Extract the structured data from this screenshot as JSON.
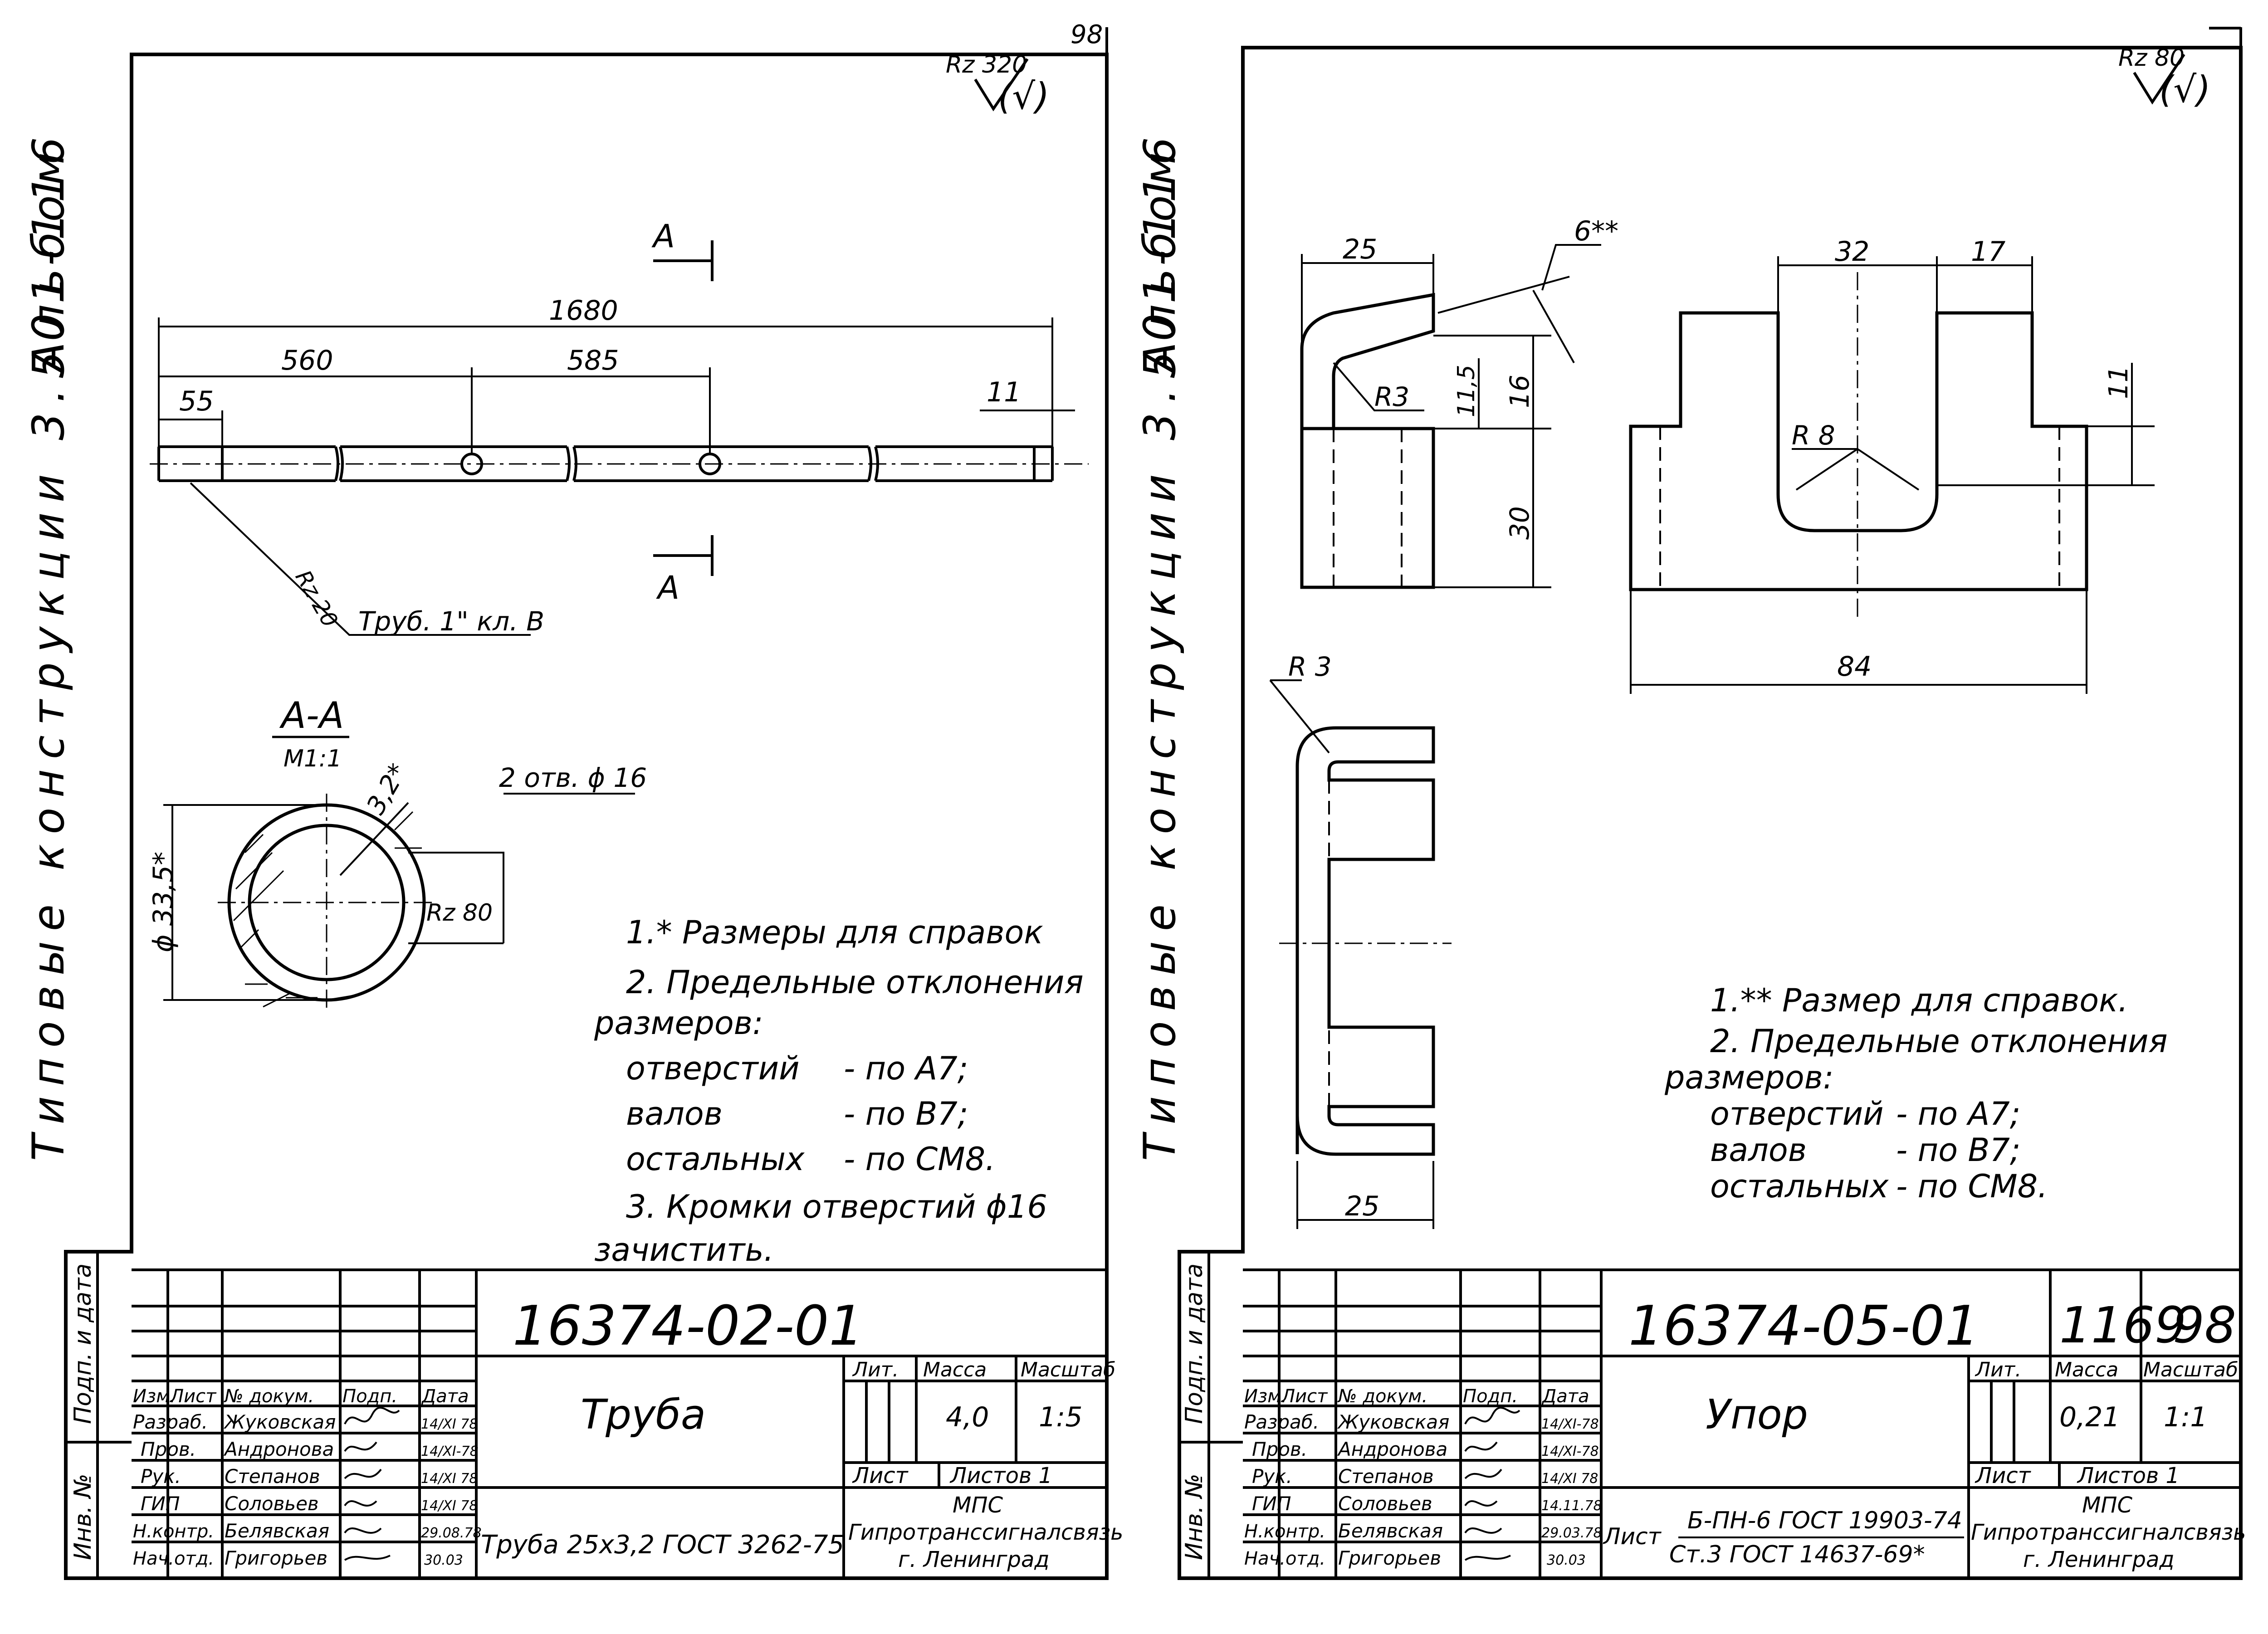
{
  "corner": {
    "left_sheet": "98",
    "right_sheet": "1169"
  },
  "margin": {
    "series_title": "Типовые конструкции 3.501-116",
    "album": "Альбом"
  },
  "title_block_cols": {
    "izm": "Изм.",
    "list": "Лист",
    "doc": "№ докум.",
    "sign": "Подп.",
    "date": "Дата",
    "lit": "Лит.",
    "mass": "Масса",
    "scale": "Масштаб",
    "sheet": "Лист",
    "sheets": "Листов 1",
    "podp_i_data": "Подп. и дата",
    "inv_no": "Инв. №"
  },
  "left": {
    "roughness": "Rz 320",
    "roughness_paren": "(√)",
    "dims": {
      "total": "1680",
      "d560": "560",
      "d585": "585",
      "d55": "55",
      "d11": "11"
    },
    "section_mark": "A",
    "rz20": "Rz 20",
    "pipe_label": "Труб. 1\" кл. В",
    "section_title": "А-А",
    "section_scale": "М1:1",
    "wall": "3,2*",
    "holes": "2 отв. ϕ 16",
    "diameter": "ϕ 33,5*",
    "rz80": "Rz 80",
    "notes": [
      "1.* Размеры для справок",
      "2. Предельные отклонения",
      "размеров:",
      "отверстий",
      "- по А7;",
      "валов",
      "- по В7;",
      "остальных",
      "- по СМ8.",
      "3. Кромки отверстий ϕ16",
      "зачистить."
    ],
    "code": "16374-02-01",
    "name": "Труба",
    "mass": "4,0",
    "scale": "1:5",
    "material": "Труба 25х3,2 ГОСТ 3262-75",
    "org": [
      "МПС",
      "Гипротранссигналсвязь",
      "г. Ленинград"
    ],
    "roles": [
      "Разраб.",
      "Пров.",
      "Рук.",
      "ГИП",
      "Н.контр.",
      "Нач.отд."
    ],
    "people": [
      "Жуковская",
      "Андронова",
      "Степанов",
      "Соловьев",
      "Белявская",
      "Григорьев"
    ],
    "dates": [
      "14/XI 78",
      "14/XI-78",
      "14/XI 78",
      "14/XI 78",
      "29.08.78",
      "30.03"
    ]
  },
  "right": {
    "roughness": "Rz 80",
    "roughness_paren": "(√)",
    "dims": {
      "d25a": "25",
      "d6": "6**",
      "d32": "32",
      "d17": "17",
      "d11": "11",
      "d15": "11,5",
      "d16": "16",
      "d30": "30",
      "r3a": "R3",
      "r8": "R 8",
      "d84": "84",
      "r3b": "R 3",
      "d25b": "25"
    },
    "notes": [
      "1.** Размер для справок.",
      "2. Предельные отклонения",
      "размеров:",
      "отверстий",
      "- по А7;",
      "валов",
      "- по В7;",
      "остальных",
      "- по СМ8."
    ],
    "code": "16374-05-01",
    "name": "Упор",
    "mass": "0,21",
    "scale": "1:1",
    "sheet_label": "Лист",
    "material1": "Б-ПН-6 ГОСТ 19903-74",
    "material2": "Ст.3 ГОСТ 14637-69*",
    "org": [
      "МПС",
      "Гипротранссигналсвязь",
      "г. Ленинград"
    ],
    "roles": [
      "Разраб.",
      "Пров.",
      "Рук.",
      "ГИП",
      "Н.контр.",
      "Нач.отд."
    ],
    "people": [
      "Жуковская",
      "Андронова",
      "Степанов",
      "Соловьев",
      "Белявская",
      "Григорьев"
    ],
    "dates": [
      "14/XI-78",
      "14/XI-78",
      "14/XI 78",
      "14.11.78",
      "29.03.78",
      "30.03"
    ]
  }
}
